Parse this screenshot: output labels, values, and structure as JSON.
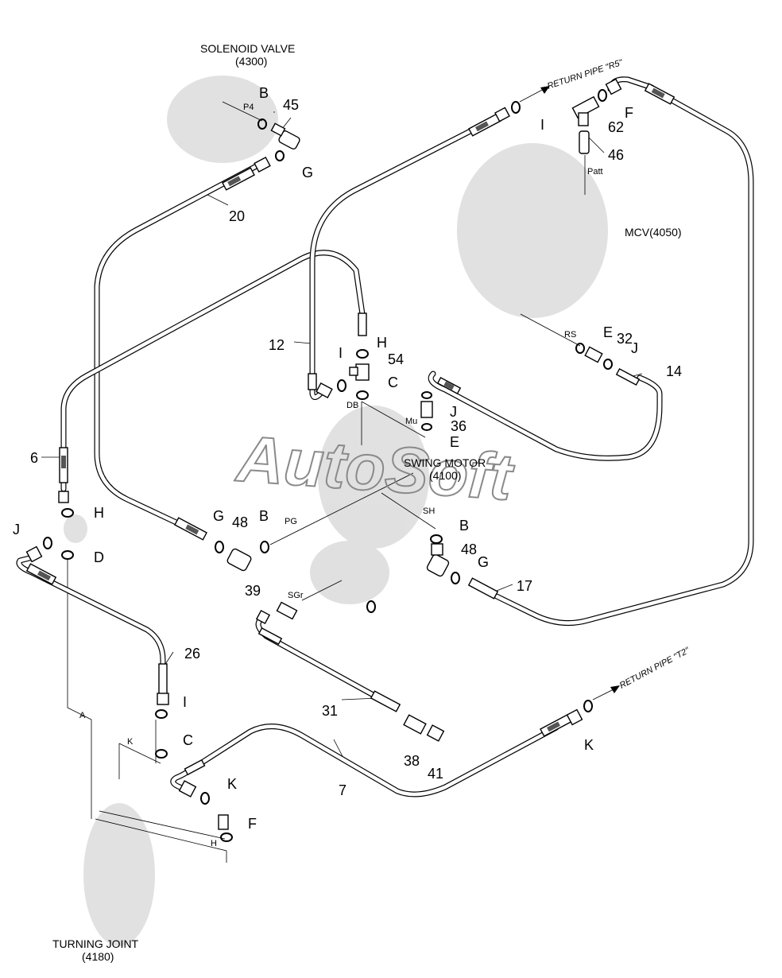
{
  "titles": {
    "solenoid": "SOLENOID VALVE",
    "solenoid_code": "(4300)",
    "mcv": "MCV(4050)",
    "swing": "SWING MOTOR",
    "swing_code": "(4100)",
    "turning": "TURNING JOINT",
    "turning_code": "(4180)",
    "return_r5": "RETURN PIPE \"R5\"",
    "return_t2": "RETURN PIPE \"T2\""
  },
  "watermark": "AutoSoft",
  "port_labels": [
    "P4",
    "Patt",
    "RS",
    "DB",
    "Mu",
    "PG",
    "SH",
    "SGr",
    "K",
    "A",
    "H"
  ],
  "callouts": [
    {
      "id": "c-45",
      "text": "45"
    },
    {
      "id": "c-20",
      "text": "20"
    },
    {
      "id": "c-12",
      "text": "12"
    },
    {
      "id": "c-54",
      "text": "54"
    },
    {
      "id": "c-6",
      "text": "6"
    },
    {
      "id": "c-48a",
      "text": "48"
    },
    {
      "id": "c-48b",
      "text": "48"
    },
    {
      "id": "c-36",
      "text": "36"
    },
    {
      "id": "c-14",
      "text": "14"
    },
    {
      "id": "c-32",
      "text": "32"
    },
    {
      "id": "c-62",
      "text": "62"
    },
    {
      "id": "c-46",
      "text": "46"
    },
    {
      "id": "c-17",
      "text": "17"
    },
    {
      "id": "c-26",
      "text": "26"
    },
    {
      "id": "c-39",
      "text": "39"
    },
    {
      "id": "c-31",
      "text": "31"
    },
    {
      "id": "c-38",
      "text": "38"
    },
    {
      "id": "c-41",
      "text": "41"
    },
    {
      "id": "c-7",
      "text": "7"
    }
  ],
  "letters": [
    {
      "id": "l-B1",
      "text": "B"
    },
    {
      "id": "l-G1",
      "text": "G"
    },
    {
      "id": "l-I1",
      "text": "I"
    },
    {
      "id": "l-F1",
      "text": "F"
    },
    {
      "id": "l-H1",
      "text": "H"
    },
    {
      "id": "l-I2",
      "text": "I"
    },
    {
      "id": "l-C1",
      "text": "C"
    },
    {
      "id": "l-J1",
      "text": "J"
    },
    {
      "id": "l-E1",
      "text": "E"
    },
    {
      "id": "l-E2",
      "text": "E"
    },
    {
      "id": "l-J2",
      "text": "J"
    },
    {
      "id": "l-H2",
      "text": "H"
    },
    {
      "id": "l-J3",
      "text": "J"
    },
    {
      "id": "l-D1",
      "text": "D"
    },
    {
      "id": "l-G2",
      "text": "G"
    },
    {
      "id": "l-B2",
      "text": "B"
    },
    {
      "id": "l-B3",
      "text": "B"
    },
    {
      "id": "l-G3",
      "text": "G"
    },
    {
      "id": "l-I3",
      "text": "I"
    },
    {
      "id": "l-C2",
      "text": "C"
    },
    {
      "id": "l-K1",
      "text": "K"
    },
    {
      "id": "l-K2",
      "text": "K"
    },
    {
      "id": "l-F2",
      "text": "F"
    }
  ]
}
